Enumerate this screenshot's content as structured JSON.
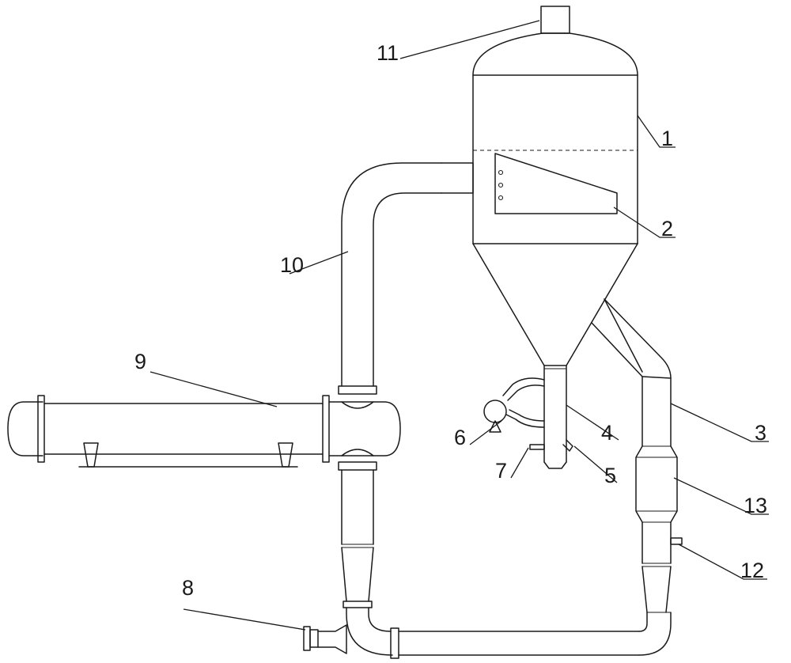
{
  "labels": {
    "l1": "1",
    "l2": "2",
    "l3": "3",
    "l4": "4",
    "l5": "5",
    "l6": "6",
    "l7": "7",
    "l8": "8",
    "l9": "9",
    "l10": "10",
    "l11": "11",
    "l12": "12",
    "l13": "13"
  },
  "colors": {
    "stroke": "#1a1a1a",
    "background": "#ffffff"
  }
}
